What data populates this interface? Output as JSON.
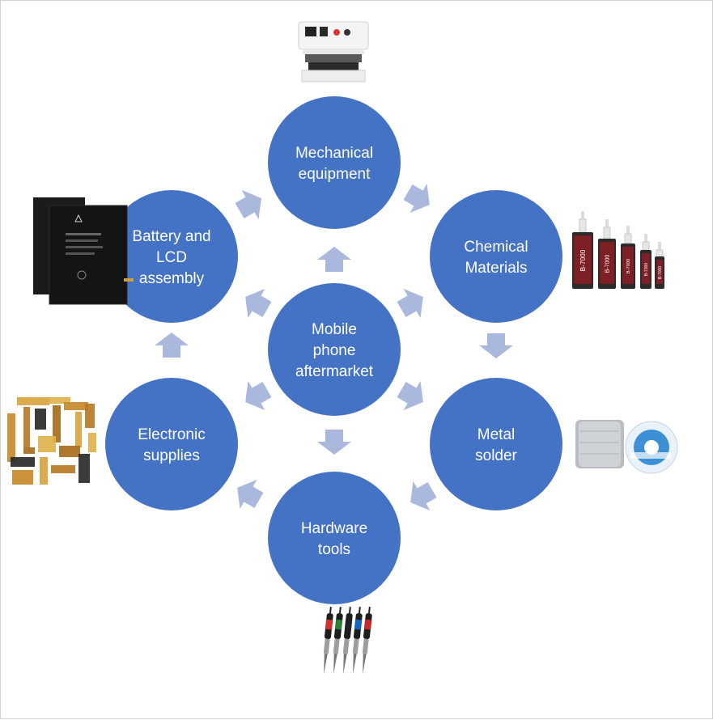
{
  "colors": {
    "circle": "#4472C4",
    "arrow": "#A9B8DC",
    "text": "#FFFFFF"
  },
  "diagram": {
    "nodes": [
      {
        "id": "center",
        "lines": [
          "Mobile",
          "phone",
          "aftermarket"
        ]
      },
      {
        "id": "mechanical",
        "lines": [
          "Mechanical",
          "equipment"
        ]
      },
      {
        "id": "chemical",
        "lines": [
          "Chemical",
          "Materials"
        ]
      },
      {
        "id": "metal",
        "lines": [
          "Metal",
          "solder"
        ]
      },
      {
        "id": "hardware",
        "lines": [
          "Hardware",
          "tools"
        ]
      },
      {
        "id": "electronic",
        "lines": [
          "Electronic",
          "supplies"
        ]
      },
      {
        "id": "battery",
        "lines": [
          "Battery and",
          "LCD",
          "assembly"
        ]
      }
    ],
    "product_images": [
      {
        "id": "press-machine",
        "icon": "press-machine-icon"
      },
      {
        "id": "glue-tubes",
        "icon": "glue-tubes-icon",
        "tube_text": "B-7000"
      },
      {
        "id": "solder-spools",
        "icon": "solder-spool-icon"
      },
      {
        "id": "soldering-irons",
        "icon": "soldering-iron-icon"
      },
      {
        "id": "flex-cables",
        "icon": "flex-cable-icon"
      },
      {
        "id": "batteries",
        "icon": "battery-icon"
      }
    ]
  }
}
